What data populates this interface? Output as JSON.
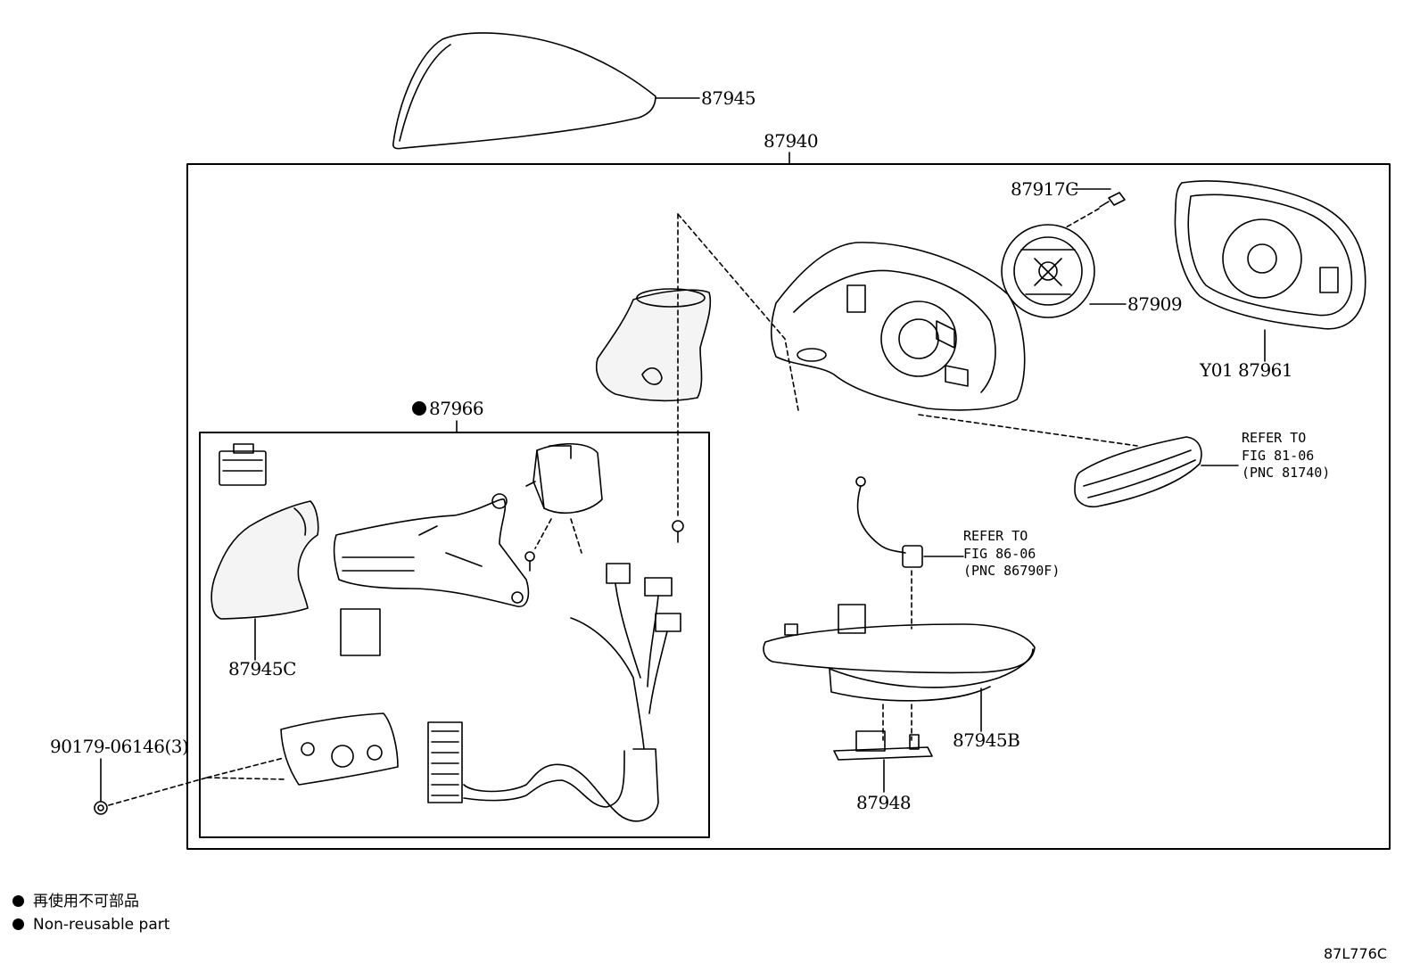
{
  "parts": {
    "p87945": "87945",
    "p87940": "87940",
    "p87917c": "87917C",
    "p87909": "87909",
    "p87961": "Y01 87961",
    "p87966": "87966",
    "p87945c": "87945C",
    "p90179": "90179-06146(3)",
    "p87945b": "87945B",
    "p87948": "87948"
  },
  "refs": {
    "ref1": [
      "REFER TO",
      "FIG 81-06",
      "(PNC 81740)"
    ],
    "ref2": [
      "REFER TO",
      "FIG 86-06",
      "(PNC 86790F)"
    ]
  },
  "legend": {
    "line1": "再使用不可部品",
    "line2": "Non-reusable part"
  },
  "diagram_id": "87L776C"
}
